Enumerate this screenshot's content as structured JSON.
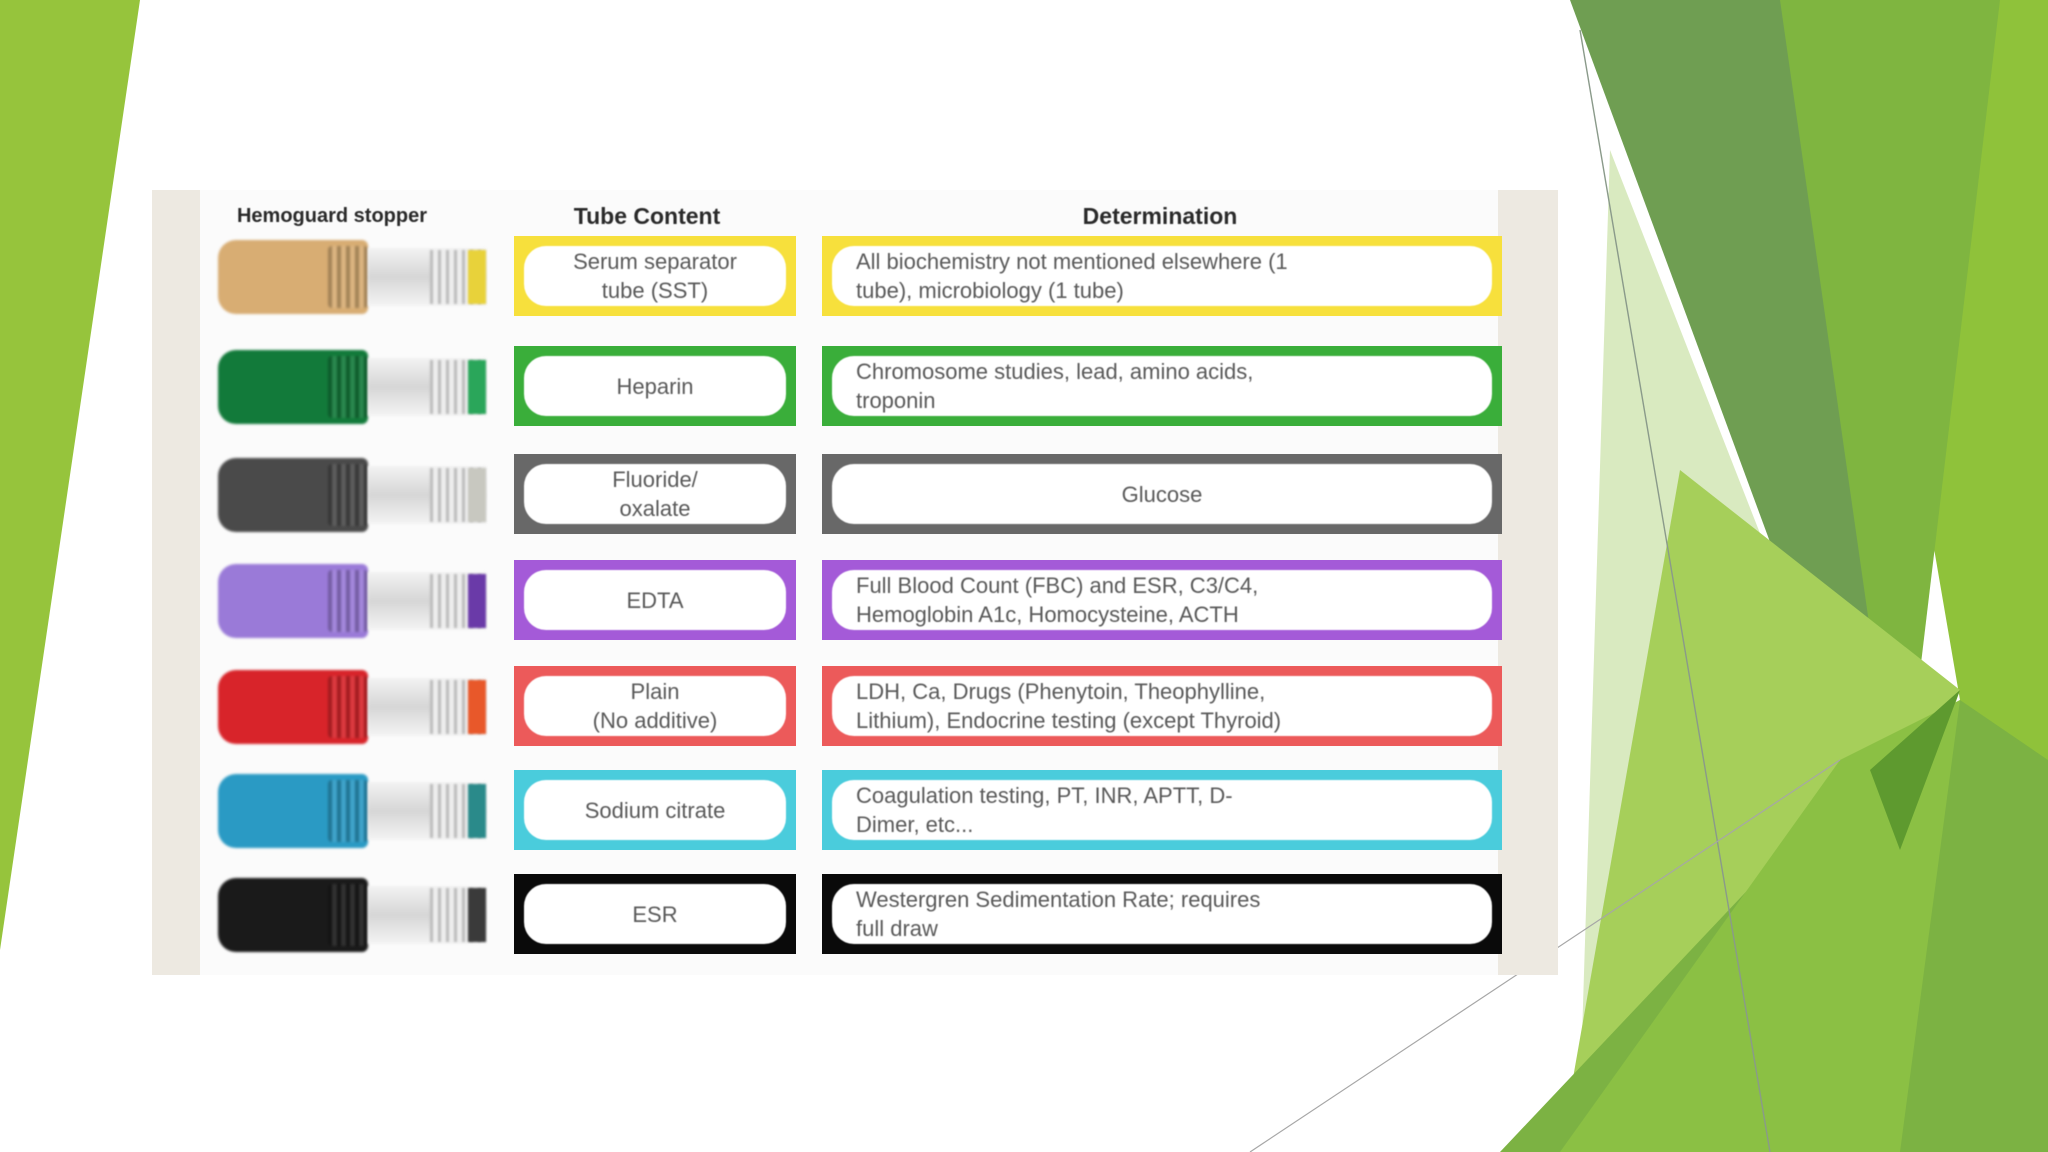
{
  "slide": {
    "colors": {
      "green_light": "#96c43c",
      "green_mid": "#7fb540",
      "green_dark": "#5e9a2f",
      "green_pale": "#d9eac0"
    }
  },
  "table": {
    "headers": {
      "stopper": "Hemoguard stopper",
      "content": "Tube Content",
      "determination": "Determination"
    },
    "rows": [
      {
        "cap_color": "#d8ad73",
        "border_color": "#f7e03c",
        "strip_color": "#e8d23a",
        "content": "Serum separator\ntube (SST)",
        "determination": "All biochemistry not mentioned elsewhere (1\ntube), microbiology (1 tube)"
      },
      {
        "cap_color": "#127a3a",
        "border_color": "#3aae3a",
        "strip_color": "#2aa65a",
        "content": "Heparin",
        "determination": "Chromosome studies, lead, amino acids,\ntroponin"
      },
      {
        "cap_color": "#4a4a4a",
        "border_color": "#686868",
        "strip_color": "#c8c8c0",
        "content": "Fluoride/\noxalate",
        "determination": "Glucose"
      },
      {
        "cap_color": "#9a7ad8",
        "border_color": "#a45ad8",
        "strip_color": "#6a3aa8",
        "content": "EDTA",
        "determination": "Full Blood Count (FBC) and ESR, C3/C4,\nHemoglobin A1c, Homocysteine, ACTH"
      },
      {
        "cap_color": "#d8242a",
        "border_color": "#ec5a5a",
        "strip_color": "#e8582a",
        "content": "Plain\n(No additive)",
        "determination": "LDH, Ca, Drugs (Phenytoin, Theophylline,\nLithium), Endocrine testing (except Thyroid)"
      },
      {
        "cap_color": "#2a9ac4",
        "border_color": "#4accdc",
        "strip_color": "#2a8a8a",
        "content": "Sodium citrate",
        "determination": "Coagulation testing, PT, INR, APTT, D-\nDimer, etc..."
      },
      {
        "cap_color": "#1a1a1a",
        "border_color": "#0a0a0a",
        "strip_color": "#3a3a3a",
        "content": "ESR",
        "determination": "Westergren Sedimentation Rate; requires\nfull draw"
      }
    ]
  }
}
